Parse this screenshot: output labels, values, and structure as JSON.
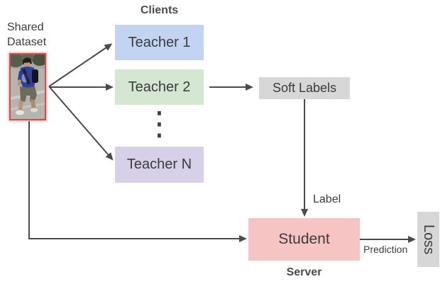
{
  "labels": {
    "shared_dataset": "Shared Dataset",
    "clients": "Clients",
    "server": "Server",
    "label": "Label",
    "prediction": "Prediction",
    "ellipsis": "⋮"
  },
  "nodes": {
    "teacher1": {
      "label": "Teacher 1",
      "color": "#c1d4f2"
    },
    "teacher2": {
      "label": "Teacher 2",
      "color": "#d4e7d2"
    },
    "teacherN": {
      "label": "Teacher N",
      "color": "#d8d0e9"
    },
    "soft_labels": {
      "label": "Soft Labels",
      "color": "#d7d7d7"
    },
    "student": {
      "label": "Student",
      "color": "#f5c4c3"
    },
    "loss": {
      "label": "Loss",
      "color": "#d7d7d7"
    }
  },
  "image": {
    "icon": "pedestrian-photo"
  },
  "style": {
    "arrow_color": "#4a4a4a",
    "text_color": "#3b3b3b",
    "heading_color": "#4b4b4b",
    "photo_border": "#cd4f4f"
  }
}
